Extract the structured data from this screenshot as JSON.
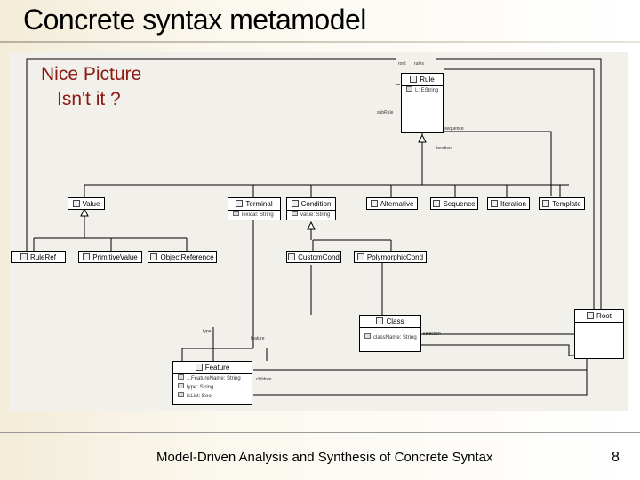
{
  "slide": {
    "title": "Concrete syntax metamodel",
    "caption_line1": "Nice Picture",
    "caption_line2": "Isn't it ?",
    "footer": "Model-Driven Analysis and Synthesis of Concrete Syntax",
    "page_number": "8"
  },
  "diagram": {
    "rule": {
      "name": "Rule",
      "attrs": [
        "L: EString"
      ]
    },
    "value": {
      "name": "Value"
    },
    "terminal": {
      "name": "Terminal",
      "attrs": [
        "lexical: String"
      ]
    },
    "condition": {
      "name": "Condition",
      "attrs": [
        "value: String"
      ]
    },
    "alternative": {
      "name": "Alternative"
    },
    "sequence": {
      "name": "Sequence"
    },
    "iteration": {
      "name": "Iteration"
    },
    "template": {
      "name": "Template"
    },
    "ruleref": {
      "name": "RuleRef"
    },
    "primitivevalue": {
      "name": "PrimitiveValue"
    },
    "objectreference": {
      "name": "ObjectReference"
    },
    "customcond": {
      "name": "CustomCond"
    },
    "polymorphiccond": {
      "name": "PolymorphicCond"
    },
    "class": {
      "name": "Class",
      "attrs": [
        "className: String"
      ]
    },
    "root": {
      "name": "Root"
    },
    "feature": {
      "name": "Feature",
      "attrs": [
        "...FeatureName: String",
        "type: String",
        "isList: Bool"
      ]
    }
  },
  "labels": {
    "rule_root": "root",
    "rule_rules": "rules",
    "rule_sub": "subRule",
    "rule_seq": "sequence",
    "rule_iter": "iteration",
    "class_selection": "selection",
    "feature_feature": "feature",
    "feature_type": "type",
    "feature_children": "children"
  }
}
